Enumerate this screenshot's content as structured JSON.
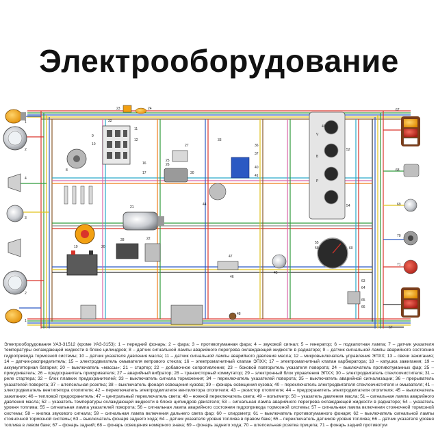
{
  "title": "Электрооборудование",
  "caption": "Электрооборудования УАЗ-31512 (кроме УАЗ-3153): 1 – передний фонарь; 2 – фара; 3 – противотуманная фара; 4 – звуковой сигнал; 5 – генератор; 6 – подкапотная лампа; 7 – датчик указателя температуры охлаждающей жидкости в блоке цилиндров; 8 – датчик сигнальной лампы аварийного перегрева охлаждающей жидкости в радиаторе; 9 – датчик сигнальной лампы аварийного состояния гидропривода тормозной системы; 10 – датчик указателя давления масла; 11 – датчик сигнальной лампы аварийного давления масла; 12 – микровыключатель управления ЭПХХ; 13 – свечи зажигания; 14 – датчик-распределитель; 15 – электродвигатель омывателя ветрового стекла; 16 – электромагнитный клапан ЭПХХ; 17 – электромагнитный клапан карбюратора; 18 – катушка зажигания; 19 – аккумуляторная батарея; 20 – выключатель «массы»; 21 – стартер; 22 – добавочное сопротивление; 23 – боковой повторитель указателя поворота; 24 – выключатель противотуманных фар; 25 – прикуриватель; 26 – предохранитель прикуривателя; 27 – аварийный вибратор; 28 – транзисторный коммутатор; 29 – электронный блок управления ЭПХХ; 30 – электродвигатель стеклоочистителя; 31 – реле стартера; 32 – блок плавких предохранителей; 33 – выключатель сигнала торможения; 34 – переключатель указателей поворота; 35 – выключатель аварийной сигнализации; 36 – прерыватель указателей поворота; 37 – штепсельная розетка; 38 – выключатель фонаря освещения кузова; 39 – фонарь освещения кузова; 40 – переключатель электродвигателя стеклоочистителя и омывателя; 41 – электродвигатель вентилятора отопителя; 42 – переключатель электродвигателя вентилятора отопителя; 43 – резистор отопителя; 44 – предохранитель электродвигателя отопителя; 45 – выключатель зажигания; 46 – тепловой предохранитель; 47 – центральный переключатель света; 48 – ножной переключатель света; 49 – вольтметр; 50 – указатель давления масла; 51 – сигнальная лампа аварийного давления масла; 52 – указатель температуры охлаждающей жидкости в блоке цилиндров двигателя; 53 – сигнальная лампа аварийного перегрева охлаждающей жидкости в радиаторе; 54 – указатель уровня топлива; 55 – сигнальная лампа указателей поворота; 56 – сигнальная лампа аварийного состояния гидропривода тормозной системы; 57 – сигнальная лампа включения стояночной тормозной системы; 58 – кнопка звукового сигнала; 59 – сигнальная лампа включения дальнего света фар; 60 – спидометр; 61 – выключатель противотуманного фонаря; 62 – выключатель сигнальной лампы стояночной тормозной системы; 63 – выключатель фонаря заднего хода; 64 – датчик указателя уровня топлива в правом баке; 65 – переключатель датчиков уровня топлива; 66 – датчик указателя уровня топлива в левом баке; 67 – фонарь задний; 68 – фонарь освещения номерного знака; 69 – фонарь заднего хода; 70 – штепсельная розетка прицепа; 71 – фонарь задний противотум",
  "labels": {
    "n1": "1",
    "n2": "2",
    "n3": "3",
    "n4": "4",
    "n8": "8",
    "n9": "9",
    "n10": "10",
    "n11": "11",
    "n12": "12",
    "n16": "16",
    "n17": "17",
    "n19": "19",
    "n20": "20",
    "n21": "21",
    "n22": "22",
    "n23": "23",
    "n24": "24",
    "n25": "25",
    "n26": "26",
    "n27": "27",
    "n28": "28",
    "n30": "30",
    "n32": "32",
    "n33": "33",
    "n36": "36",
    "n37": "37",
    "n40": "40",
    "n41": "41",
    "n44": "44",
    "n45": "45",
    "n46": "46",
    "n47": "47",
    "n48": "48",
    "n49": "49",
    "n52": "52",
    "n54": "54",
    "n55": "55",
    "n56": "56",
    "n60": "60",
    "n63": "63",
    "n64": "64",
    "n65": "65",
    "n66": "66",
    "n67a": "67",
    "n67b": "67",
    "n68": "68",
    "n69": "69",
    "n70": "70",
    "n71": "71",
    "gV": "V",
    "gB": "Б",
    "gP": "P"
  },
  "colors": {
    "lamp_amber": "#f2a012",
    "lamp_red": "#d4322a",
    "wire_red": "#d9342b",
    "wire_green": "#2f9a3a",
    "wire_blue": "#2b59c3",
    "wire_yellow": "#e0c21a",
    "wire_brown": "#8a5a2b",
    "wire_black": "#333333",
    "wire_orange": "#ee7d1a",
    "wire_pink": "#d965a8",
    "wire_cyan": "#27a9c9",
    "wire_gray": "#8c8c8c",
    "chrome": "#c9ccd1",
    "gauge_face": "#2a2a2a"
  }
}
